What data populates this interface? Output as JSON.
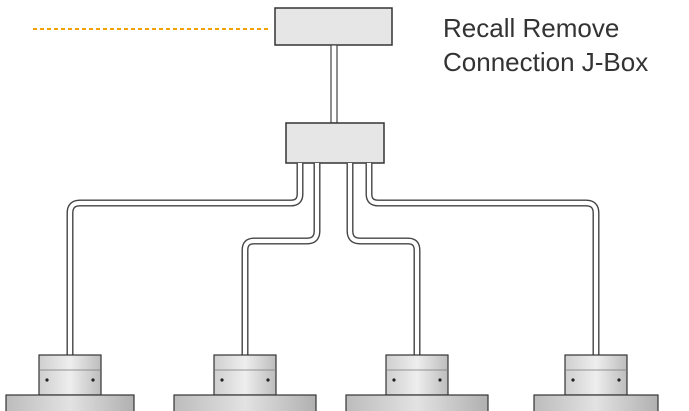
{
  "diagram": {
    "label": {
      "line1": "Recall Remove",
      "line2": "Connection J-Box"
    },
    "colors": {
      "leader_line": "#f4a000",
      "box_fill": "#e6e6e6",
      "box_stroke": "#333333",
      "conduit": "#444444",
      "text": "#333333"
    },
    "components": {
      "connection_jbox": "connection-junction-box",
      "splitter_jbox": "distribution-junction-box",
      "fixtures": [
        "fixture-1",
        "fixture-2",
        "fixture-3",
        "fixture-4"
      ]
    }
  }
}
